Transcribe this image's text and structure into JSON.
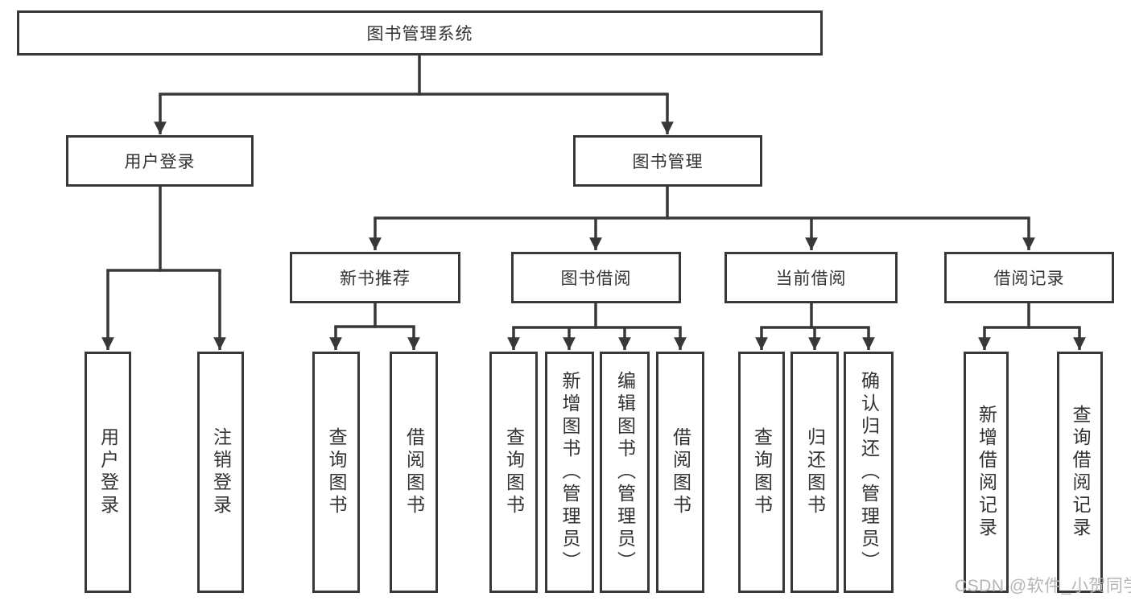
{
  "diagram": {
    "root": {
      "label": "图书管理系统"
    },
    "branches": [
      {
        "label": "用户登录",
        "children": [
          {
            "label": "用户登录"
          },
          {
            "label": "注销登录"
          }
        ]
      },
      {
        "label": "图书管理",
        "children": [
          {
            "label": "新书推荐",
            "children": [
              {
                "label": "查询图书"
              },
              {
                "label": "借阅图书"
              }
            ]
          },
          {
            "label": "图书借阅",
            "children": [
              {
                "label": "查询图书"
              },
              {
                "label": "新增图书（管理员）"
              },
              {
                "label": "编辑图书（管理员）"
              },
              {
                "label": "借阅图书"
              }
            ]
          },
          {
            "label": "当前借阅",
            "children": [
              {
                "label": "查询图书"
              },
              {
                "label": "归还图书"
              },
              {
                "label": "确认归还（管理员）"
              }
            ]
          },
          {
            "label": "借阅记录",
            "children": [
              {
                "label": "新增借阅记录"
              },
              {
                "label": "查询借阅记录"
              }
            ]
          }
        ]
      }
    ]
  },
  "watermark": {
    "text": "CSDN @软件_小贺同学"
  },
  "colors": {
    "line": "#383838",
    "text": "#333333",
    "watermark_gray": "#b5b5b5",
    "background": "#ffffff"
  }
}
